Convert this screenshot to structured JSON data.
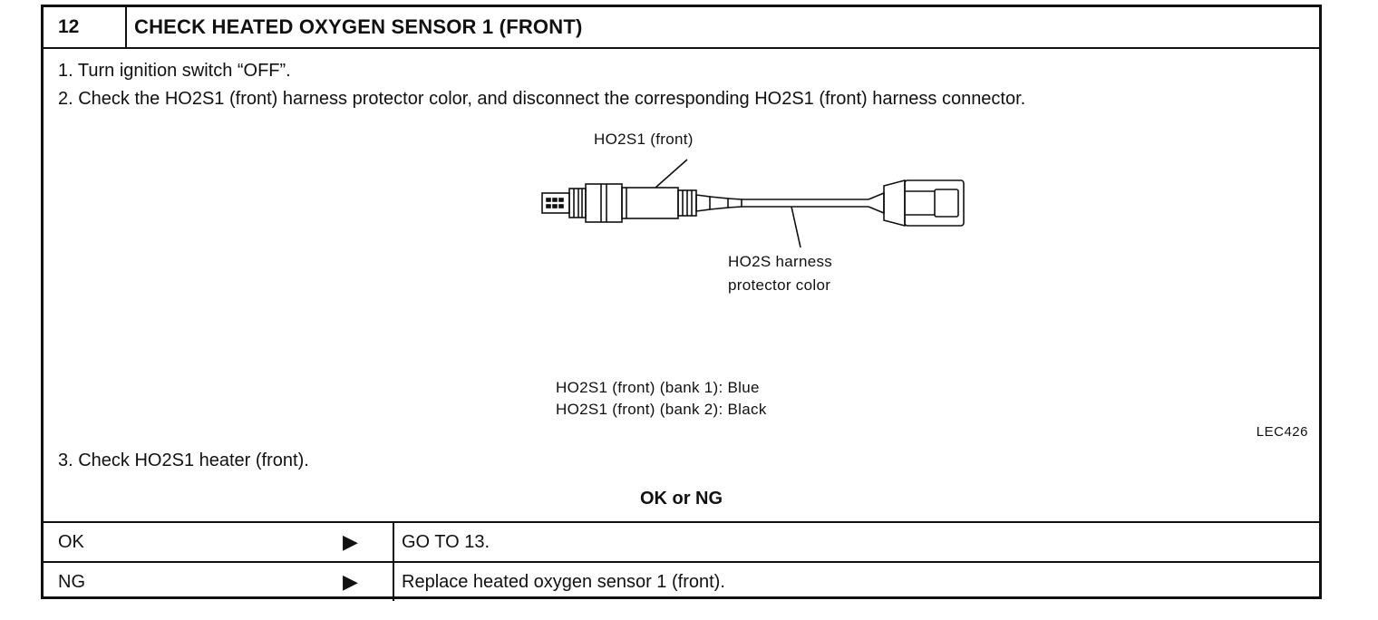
{
  "header": {
    "step_number": "12",
    "title": "CHECK HEATED OXYGEN SENSOR 1 (FRONT)"
  },
  "steps": [
    "1. Turn ignition switch “OFF”.",
    "2. Check the HO2S1 (front) harness protector color, and disconnect the corresponding HO2S1 (front) harness connector.",
    "3. Check HO2S1 heater (front)."
  ],
  "figure": {
    "sensor_label": "HO2S1 (front)",
    "harness_label_line1": "HO2S harness",
    "harness_label_line2": "protector color",
    "bank1": "HO2S1 (front) (bank 1): Blue",
    "bank2": "HO2S1 (front) (bank 2): Black",
    "figure_id": "LEC426"
  },
  "result": {
    "heading": "OK or NG",
    "rows": [
      {
        "condition": "OK",
        "action": "GO TO 13."
      },
      {
        "condition": "NG",
        "action": "Replace heated oxygen sensor 1 (front)."
      }
    ]
  }
}
